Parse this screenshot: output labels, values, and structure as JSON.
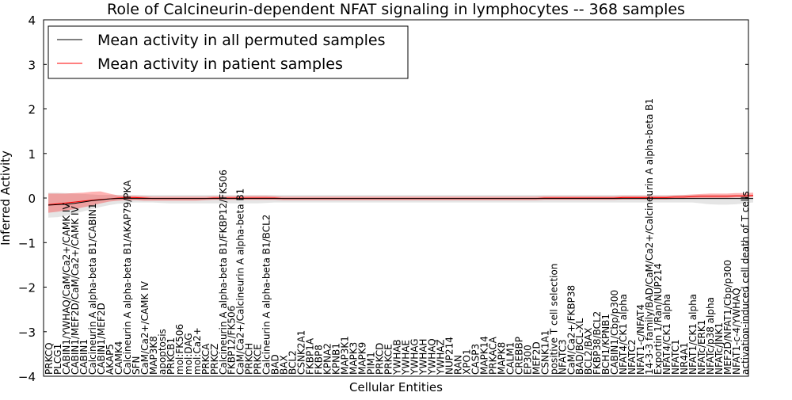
{
  "chart_data": {
    "type": "line",
    "title": "Role of Calcineurin-dependent NFAT signaling in lymphocytes -- 368 samples",
    "xlabel": "Cellular Entities",
    "ylabel": "Inferred Activity",
    "ylim": [
      -4,
      4
    ],
    "yticks": [
      "4",
      "3",
      "2",
      "1",
      "0",
      "−1",
      "−2",
      "−3",
      "−4"
    ],
    "legend_position": "top-left",
    "grid": false,
    "categories": [
      "PRKCQ",
      "PLCG1",
      "CABIN1/YWHAQ/CaM/Ca2+/CAMK IV",
      "CABIN1/MEF2D/CaM/Ca2+/CAMK IV",
      "CABIN1",
      "Calcineurin A alpha-beta B1/CABIN1",
      "CABIN1/MEF2D",
      "AKAP5",
      "CAMK4",
      "Calcineurin A alpha-beta B1/AKAP79/PKA",
      "SFN",
      "CaM/Ca2+/CAMK IV",
      "MAP3K8",
      "apoptosis",
      "PRKCB1",
      "mol:FK506",
      "mol:DAG",
      "mol:Ca2+",
      "PRKCA",
      "PRKCZ",
      "Calcineurin A alpha-beta B1/FKBP12/FK506",
      "FKBP12/FK506",
      "CaM/Ca2+/Calcineurin A alpha-beta B1",
      "PRKCH",
      "PRKCE",
      "Calcineurin A alpha-beta B1/BCL2",
      "BAD",
      "BAX",
      "BCL2",
      "CSNK2A1",
      "FKBP1A",
      "FKBP8",
      "KPNA2",
      "KPNB1",
      "MAP3K1",
      "MAPK3",
      "MAPK9",
      "PIM1",
      "PRKCD",
      "PRKCE",
      "YWHAB",
      "YWHAE",
      "YWHAG",
      "YWHAH",
      "YWHAQ",
      "YWHAZ",
      "NUP214",
      "RAN",
      "XPO1",
      "CASP3",
      "MAPK14",
      "PRKACA",
      "MAPK8",
      "CALM1",
      "CREBBP",
      "EP300",
      "MEF2D",
      "CSNK1A1",
      "positive T cell selection",
      "NFATC3",
      "CaM/Ca2+/FKBP38",
      "BAD/BCL-XL",
      "BCL2/BAX",
      "FKBP38/BCL2",
      "BCH1/KPNB1",
      "CABIN1/Cbp/p300",
      "NFAT4/CK1 alpha",
      "NFATC2",
      "NFAT1-c/NFAT4",
      "14-3-3 family/BAD/CaM/Ca2+/Calcineurin A alpha-beta B1",
      "Exportin 1/Ran/NUP214",
      "NFAT4/CK1 alpha",
      "NFATC1",
      "NR4A1",
      "NFAT1/CK1 alpha",
      "NFATc/ERK1",
      "NFATc/p38 alpha",
      "NFATc/JNK1",
      "MEF2D/NFAT1/Cbp/p300",
      "NFAT1-c-4/YWHAQ",
      "activation-induced cell death of T cells"
    ],
    "series": [
      {
        "name": "Mean activity in all permuted samples",
        "color": "#000000",
        "values": [
          -0.16,
          -0.15,
          -0.14,
          -0.12,
          -0.09,
          -0.06,
          -0.04,
          -0.02,
          -0.01,
          -0.01,
          -0.01,
          -0.01,
          -0.01,
          -0.01,
          -0.01,
          -0.01,
          -0.01,
          -0.01,
          -0.01,
          -0.01,
          -0.01,
          -0.01,
          -0.01,
          -0.01,
          -0.01,
          -0.01,
          -0.01,
          -0.01,
          -0.01,
          -0.01,
          -0.01,
          -0.01,
          -0.01,
          -0.01,
          -0.01,
          -0.01,
          -0.01,
          -0.01,
          -0.01,
          -0.01,
          -0.01,
          -0.01,
          -0.01,
          -0.01,
          -0.01,
          -0.01,
          -0.01,
          -0.01,
          -0.01,
          -0.01,
          -0.01,
          -0.01,
          -0.01,
          -0.01,
          -0.01,
          -0.01,
          -0.01,
          -0.01,
          -0.01,
          -0.01,
          -0.01,
          -0.01,
          -0.01,
          -0.01,
          -0.01,
          -0.01,
          -0.01,
          -0.01,
          -0.01,
          -0.01,
          -0.01,
          -0.01,
          -0.01,
          -0.01,
          -0.01,
          -0.01,
          -0.01,
          -0.01,
          -0.01,
          -0.01,
          -0.01,
          -0.01
        ],
        "band_low": [
          -0.44,
          -0.43,
          -0.4,
          -0.35,
          -0.3,
          -0.25,
          -0.2,
          -0.16,
          -0.13,
          -0.11,
          -0.1,
          -0.1,
          -0.1,
          -0.11,
          -0.12,
          -0.12,
          -0.12,
          -0.12,
          -0.12,
          -0.12,
          -0.12,
          -0.12,
          -0.12,
          -0.12,
          -0.12,
          -0.11,
          -0.1,
          -0.1,
          -0.1,
          -0.1,
          -0.1,
          -0.1,
          -0.1,
          -0.1,
          -0.1,
          -0.1,
          -0.1,
          -0.1,
          -0.1,
          -0.1,
          -0.1,
          -0.1,
          -0.1,
          -0.1,
          -0.1,
          -0.1,
          -0.1,
          -0.1,
          -0.1,
          -0.1,
          -0.1,
          -0.1,
          -0.1,
          -0.1,
          -0.1,
          -0.1,
          -0.1,
          -0.1,
          -0.1,
          -0.1,
          -0.1,
          -0.1,
          -0.1,
          -0.1,
          -0.1,
          -0.1,
          -0.1,
          -0.1,
          -0.1,
          -0.1,
          -0.1,
          -0.1,
          -0.1,
          -0.1,
          -0.1,
          -0.12,
          -0.14,
          -0.15,
          -0.15,
          -0.14,
          -0.12,
          -0.1
        ],
        "band_high": [
          0.12,
          0.12,
          0.11,
          0.1,
          0.09,
          0.08,
          0.07,
          0.07,
          0.07,
          0.07,
          0.07,
          0.07,
          0.07,
          0.07,
          0.07,
          0.07,
          0.07,
          0.07,
          0.07,
          0.07,
          0.07,
          0.07,
          0.07,
          0.07,
          0.07,
          0.07,
          0.07,
          0.07,
          0.07,
          0.07,
          0.07,
          0.07,
          0.07,
          0.07,
          0.07,
          0.07,
          0.07,
          0.07,
          0.07,
          0.07,
          0.07,
          0.07,
          0.07,
          0.07,
          0.07,
          0.07,
          0.07,
          0.07,
          0.07,
          0.07,
          0.07,
          0.07,
          0.07,
          0.07,
          0.07,
          0.07,
          0.07,
          0.07,
          0.07,
          0.07,
          0.07,
          0.07,
          0.07,
          0.07,
          0.07,
          0.07,
          0.07,
          0.07,
          0.07,
          0.07,
          0.07,
          0.07,
          0.07,
          0.07,
          0.07,
          0.07,
          0.07,
          0.07,
          0.07,
          0.07,
          0.07,
          0.07
        ]
      },
      {
        "name": "Mean activity in patient samples",
        "color": "#ff0000",
        "values": [
          -0.15,
          -0.13,
          -0.11,
          -0.09,
          -0.07,
          -0.05,
          -0.03,
          -0.02,
          0.0,
          0.01,
          0.01,
          0.0,
          -0.01,
          -0.01,
          -0.01,
          -0.01,
          -0.01,
          -0.01,
          -0.01,
          0.0,
          0.0,
          0.0,
          0.0,
          0.0,
          0.0,
          0.0,
          0.0,
          -0.01,
          -0.01,
          -0.01,
          -0.01,
          -0.01,
          -0.01,
          -0.01,
          -0.01,
          -0.01,
          -0.01,
          -0.01,
          -0.01,
          -0.01,
          -0.01,
          -0.01,
          -0.01,
          -0.01,
          -0.01,
          -0.01,
          -0.01,
          -0.01,
          -0.01,
          -0.01,
          -0.01,
          -0.01,
          -0.01,
          -0.01,
          -0.01,
          -0.01,
          -0.01,
          0.0,
          0.0,
          0.0,
          0.0,
          0.0,
          0.0,
          0.0,
          0.0,
          0.0,
          0.01,
          0.01,
          0.01,
          0.01,
          0.01,
          0.01,
          0.02,
          0.02,
          0.03,
          0.04,
          0.04,
          0.04,
          0.04,
          0.05,
          0.05,
          0.06
        ],
        "band_low": [
          -0.33,
          -0.31,
          -0.28,
          -0.25,
          -0.21,
          -0.17,
          -0.12,
          -0.08,
          -0.06,
          -0.05,
          -0.05,
          -0.06,
          -0.06,
          -0.06,
          -0.06,
          -0.06,
          -0.06,
          -0.06,
          -0.05,
          -0.04,
          -0.04,
          -0.04,
          -0.04,
          -0.04,
          -0.04,
          -0.04,
          -0.04,
          -0.05,
          -0.05,
          -0.05,
          -0.05,
          -0.05,
          -0.05,
          -0.05,
          -0.05,
          -0.05,
          -0.05,
          -0.05,
          -0.05,
          -0.05,
          -0.05,
          -0.05,
          -0.05,
          -0.05,
          -0.05,
          -0.05,
          -0.05,
          -0.05,
          -0.05,
          -0.05,
          -0.05,
          -0.05,
          -0.05,
          -0.05,
          -0.05,
          -0.05,
          -0.05,
          -0.04,
          -0.04,
          -0.04,
          -0.04,
          -0.04,
          -0.04,
          -0.04,
          -0.04,
          -0.04,
          -0.03,
          -0.03,
          -0.03,
          -0.03,
          -0.03,
          -0.03,
          -0.02,
          -0.02,
          -0.01,
          0.0,
          0.0,
          0.0,
          0.0,
          0.01,
          0.01,
          0.02
        ],
        "band_high": [
          0.1,
          0.1,
          0.1,
          0.11,
          0.12,
          0.14,
          0.15,
          0.1,
          0.06,
          0.05,
          0.05,
          0.04,
          0.03,
          0.03,
          0.03,
          0.03,
          0.03,
          0.03,
          0.03,
          0.04,
          0.04,
          0.04,
          0.04,
          0.05,
          0.05,
          0.05,
          0.04,
          0.03,
          0.03,
          0.03,
          0.03,
          0.03,
          0.03,
          0.03,
          0.03,
          0.03,
          0.03,
          0.03,
          0.03,
          0.03,
          0.03,
          0.03,
          0.03,
          0.03,
          0.03,
          0.03,
          0.03,
          0.03,
          0.03,
          0.03,
          0.03,
          0.03,
          0.03,
          0.03,
          0.03,
          0.03,
          0.03,
          0.04,
          0.04,
          0.04,
          0.04,
          0.04,
          0.04,
          0.04,
          0.04,
          0.04,
          0.05,
          0.05,
          0.05,
          0.05,
          0.05,
          0.05,
          0.06,
          0.07,
          0.08,
          0.09,
          0.1,
          0.1,
          0.1,
          0.11,
          0.11,
          0.12
        ]
      }
    ]
  }
}
